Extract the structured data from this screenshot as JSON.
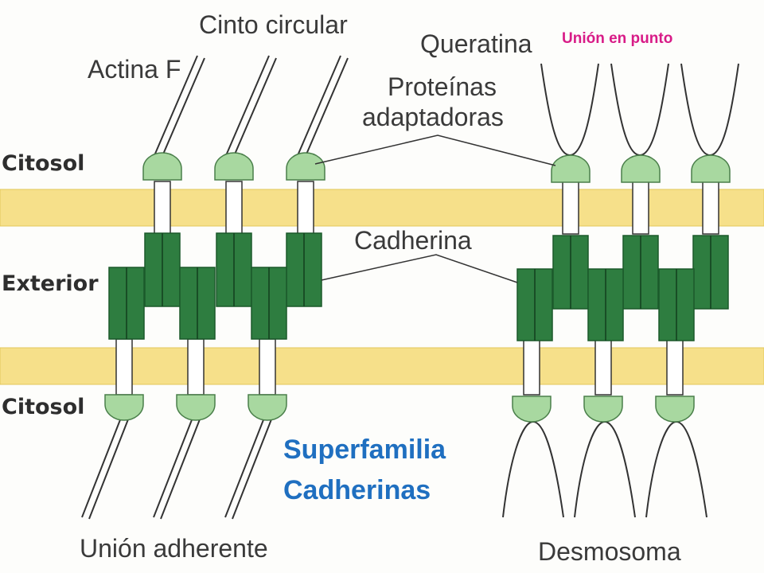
{
  "labels": {
    "cinto_circular": "Cinto circular",
    "actina_f": "Actina F",
    "queratina": "Queratina",
    "union_en_punto": "Unión en punto",
    "proteinas_line1": "Proteínas",
    "proteinas_line2": "adaptadoras",
    "cadherina": "Cadherina",
    "citosol_top": "Citosol",
    "exterior": "Exterior",
    "citosol_bottom": "Citosol",
    "superfamilia_line1": "Superfamilia",
    "superfamilia_line2": "Cadherinas",
    "union_adherente": "Unión adherente",
    "desmosoma": "Desmosoma"
  },
  "colors": {
    "membrane": "#f6e08a",
    "membrane_edge": "#e2c75a",
    "cadherin": "#2e7d40",
    "cadherin_stripe": "#1b5a2b",
    "adaptor": "#a8d8a0",
    "adaptor_edge": "#4a7f4a",
    "title_blue": "#1f6fc0",
    "accent_pink": "#d81b87"
  }
}
